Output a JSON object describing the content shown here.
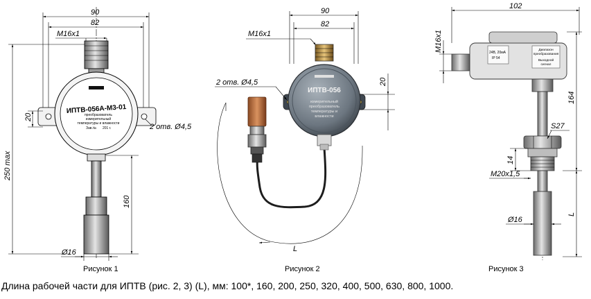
{
  "figure1": {
    "caption": "Рисунок 1",
    "dims": {
      "w90": "90",
      "w82": "82",
      "thread": "M16x1",
      "h20": "20",
      "holes": "2 отв. Ø4,5",
      "hmax": "250 max",
      "h160": "160",
      "dia": "Ø16"
    },
    "label": {
      "model": "ИПТВ-056А-М3-01",
      "line1": "преобразователь",
      "line2": "измерительный",
      "line3": "температуры и влажности",
      "line4": "Зав.№",
      "line5": "201 г."
    }
  },
  "figure2": {
    "caption": "Рисунок 2",
    "dims": {
      "w90": "90",
      "w82": "82",
      "thread": "M16x1",
      "holes": "2 отв. Ø4,5",
      "h20": "20",
      "length": "L"
    },
    "label": {
      "model": "ИПТВ-056",
      "line1": "измерительный",
      "line2": "преобразователь",
      "line3": "температуры и",
      "line4": "влажности"
    }
  },
  "figure3": {
    "caption": "Рисунок 3",
    "dims": {
      "w102": "102",
      "thread": "M16x1",
      "h164": "164",
      "key": "S27",
      "h14": "14",
      "thread2": "M20x1,5",
      "dia": "Ø16",
      "length": "L"
    },
    "label": {
      "left1": "24В, 20мА",
      "left2": "IP 54",
      "right1": "Диапазон",
      "right2": "преобразования",
      "right3": "Выходной",
      "right4": "сигнал"
    }
  },
  "footer": "Длина рабочей части для ИПТВ (рис. 2, 3) (L), мм: 100*, 160, 200, 250, 320, 400, 500, 630, 800, 1000."
}
